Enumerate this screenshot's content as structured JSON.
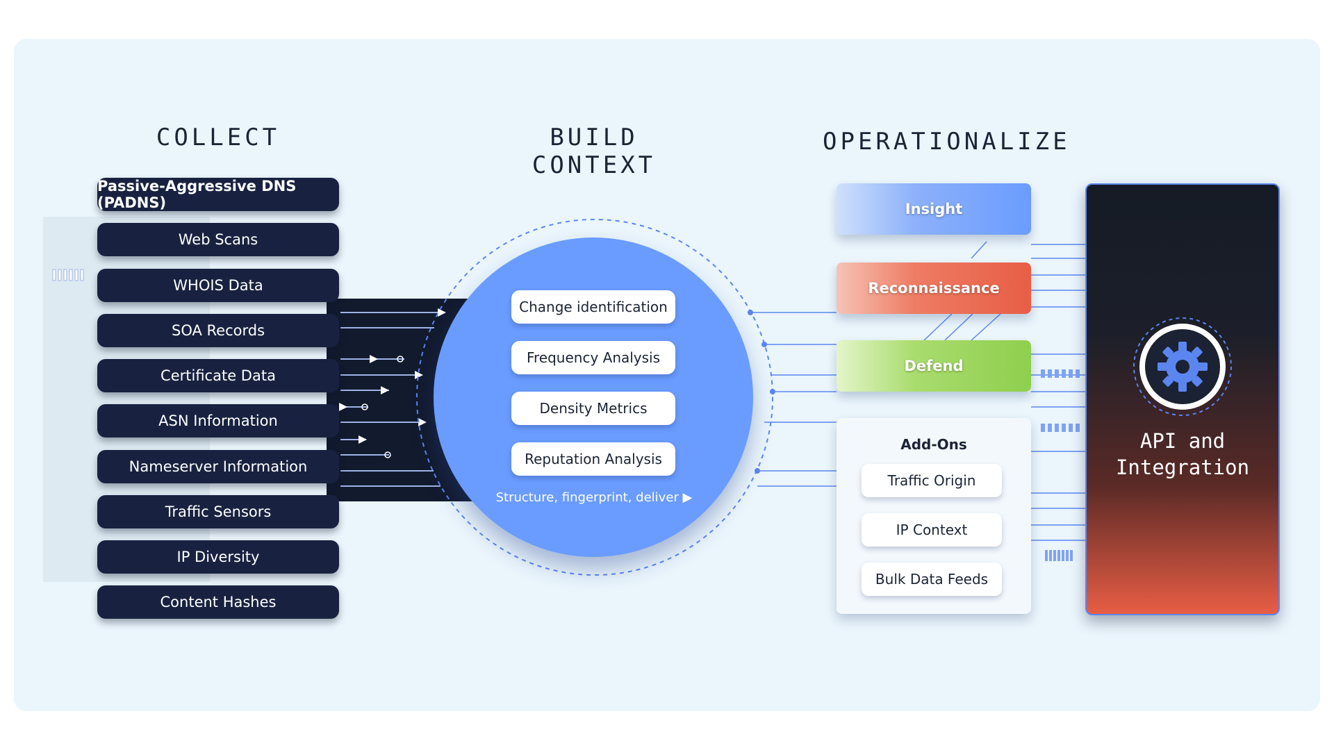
{
  "headings": {
    "collect": "COLLECT",
    "build": "BUILD CONTEXT",
    "operationalize": "OPERATIONALIZE"
  },
  "collect_items": [
    "Passive-Aggressive DNS (PADNS)",
    "Web Scans",
    "WHOIS Data",
    "SOA Records",
    "Certificate Data",
    "ASN Information",
    "Nameserver Information",
    "Traffic Sensors",
    "IP Diversity",
    "Content Hashes"
  ],
  "context_items": [
    "Change identification",
    "Frequency Analysis",
    "Density Metrics",
    "Reputation Analysis"
  ],
  "context_note": "Structure, fingerprint, deliver",
  "operational_items": [
    "Insight",
    "Reconnaissance",
    "Defend"
  ],
  "addons": {
    "title": "Add-Ons",
    "items": [
      "Traffic Origin",
      "IP Context",
      "Bulk Data Feeds"
    ]
  },
  "api": {
    "line1": "API and",
    "line2": "Integration"
  },
  "colors": {
    "panel": "#eaf5fc",
    "dark_pill": "#182240",
    "circle": "#6a9cff",
    "insight": "#6a9cff",
    "reconnaissance": "#e85d45",
    "defend": "#8fcf4e",
    "accent_line": "#5b86ef"
  },
  "icons": [
    "arrow-icon",
    "gear-icon"
  ]
}
